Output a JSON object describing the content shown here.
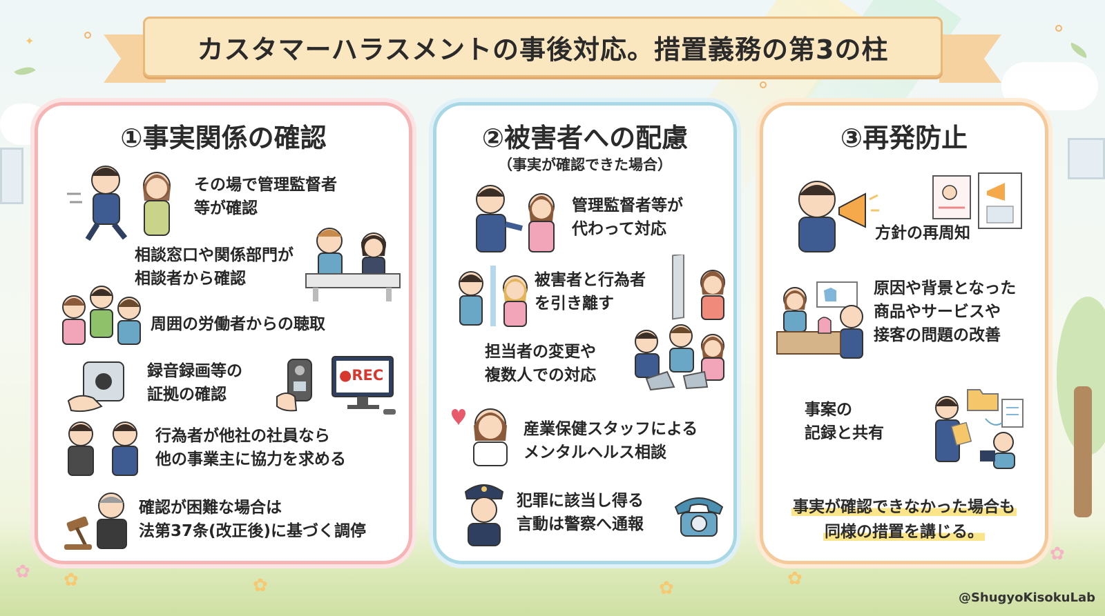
{
  "title": "カスタマーハラスメントの事後対応。措置義務の第3の柱",
  "panels": [
    {
      "heading": "①事実関係の確認",
      "items": [
        {
          "text": "その場で管理監督者\n等が確認"
        },
        {
          "text": "相談窓口や関係部門が\n相談者から確認"
        },
        {
          "text": "周囲の労働者からの聴取"
        },
        {
          "text": "録音録画等の\n証拠の確認"
        },
        {
          "text": "行為者が他社の社員なら\n他の事業主に協力を求める"
        },
        {
          "text": "確認が困難な場合は\n法第37条(改正後)に基づく調停"
        }
      ],
      "rec_label": "●REC"
    },
    {
      "heading": "②被害者への配慮",
      "subheading": "（事実が確認できた場合）",
      "items": [
        {
          "text": "管理監督者等が\n代わって対応"
        },
        {
          "text": "被害者と行為者\nを引き離す"
        },
        {
          "text": "担当者の変更や\n複数人での対応"
        },
        {
          "text": "産業保健スタッフによる\nメンタルヘルス相談"
        },
        {
          "text": "犯罪に該当し得る\n言動は警察へ通報"
        }
      ]
    },
    {
      "heading": "③再発防止",
      "items": [
        {
          "text": "方針の再周知"
        },
        {
          "text": "原因や背景となった\n商品やサービスや\n接客の問題の改善"
        },
        {
          "text": "事案の\n記録と共有"
        }
      ],
      "note": [
        "事実が確認できなかった場合も",
        "同様の措置を講じる。"
      ]
    }
  ],
  "watermark": "@ShugyoKisokuLab"
}
